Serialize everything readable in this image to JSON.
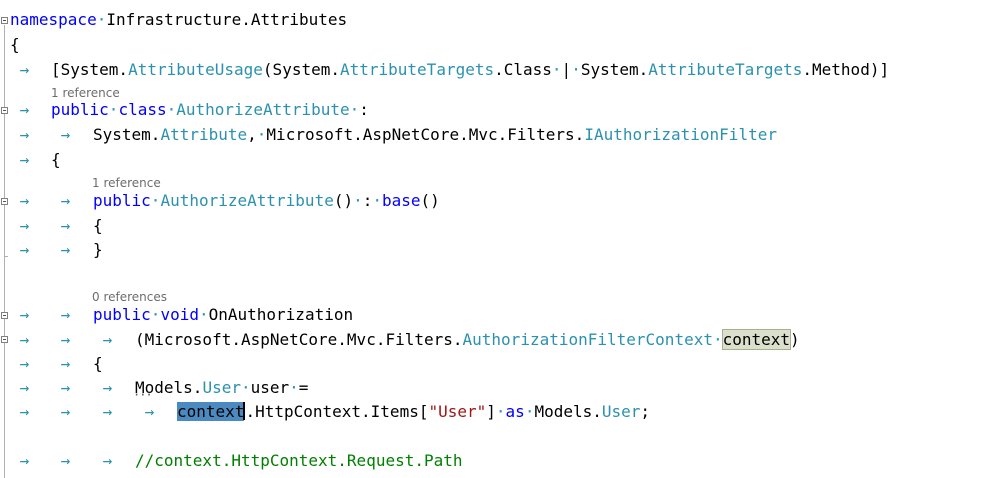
{
  "code": {
    "ns_keyword": "namespace",
    "ns_name": "Infrastructure.Attributes",
    "open_brace": "{",
    "close_brace": "}",
    "attr_open": "[System.",
    "attr_usage": "AttributeUsage",
    "attr_paren": "(System.",
    "attr_targets": "AttributeTargets",
    "attr_class": ".Class",
    "attr_pipe": "|",
    "attr_sys2": "System.",
    "attr_method": ".Method)]",
    "lens1": "1 reference",
    "public": "public",
    "class": "class",
    "class_name": "AuthorizeAttribute",
    "colon": ":",
    "sys": "System.",
    "attribute": "Attribute",
    "comma": ",",
    "ms_ns": "Microsoft.AspNetCore.Mvc.Filters.",
    "iauth": "IAuthorizationFilter",
    "lens2": "1 reference",
    "ctor_name": "AuthorizeAttribute",
    "ctor_parens": "()",
    "base": "base",
    "base_parens": "()",
    "lens3": "0 references",
    "void": "void",
    "method_name": "OnAuthorization",
    "param_open": "(Microsoft.AspNetCore.Mvc.Filters.",
    "ctx_type": "AuthorizationFilterContext",
    "param_name": "context",
    "param_close": ")",
    "models": "Models.",
    "user_type": "User",
    "user_var": "user",
    "eq": "=",
    "ctx": "context",
    "ctx_rest": ".HttpContext.Items[",
    "user_str": "\"User\"",
    "bracket_close": "]",
    "as": "as",
    "models2": "Models.",
    "user_type2": "User",
    "semicolon": ";",
    "comment": "//context.HttpContext.Request.Path"
  }
}
